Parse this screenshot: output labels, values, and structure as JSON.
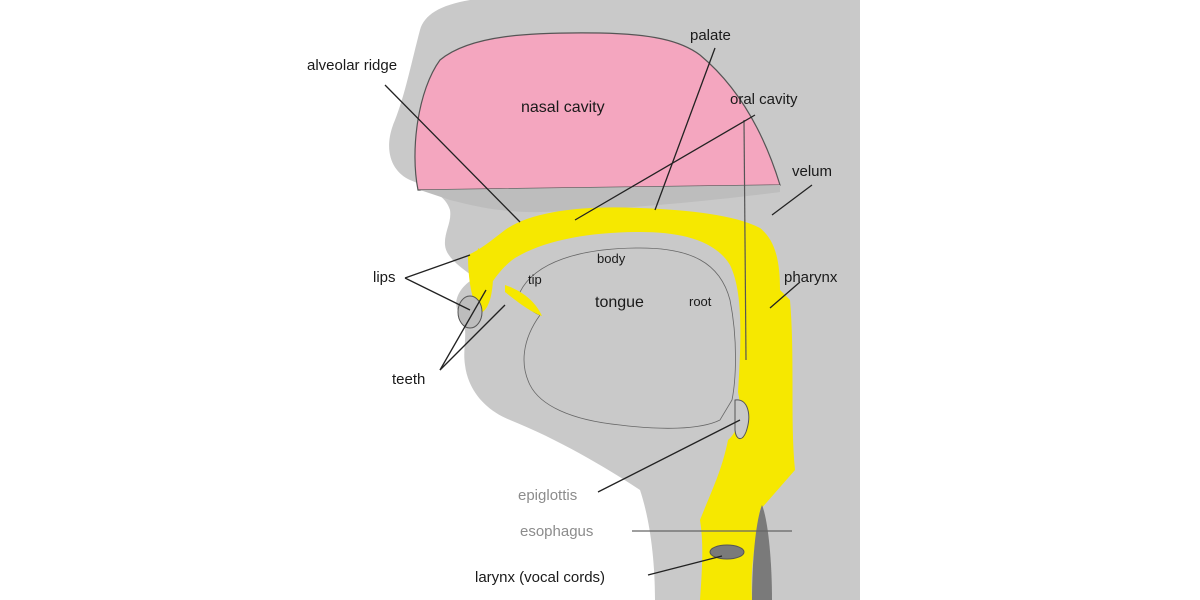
{
  "labels": {
    "palate": "palate",
    "alveolar_ridge": "alveolar ridge",
    "nasal_cavity": "nasal cavity",
    "oral_cavity": "oral cavity",
    "velum": "velum",
    "lips": "lips",
    "tip": "tip",
    "body": "body",
    "tongue": "tongue",
    "root": "root",
    "pharynx": "pharynx",
    "teeth": "teeth",
    "epiglottis": "epiglottis",
    "esophagus": "esophagus",
    "larynx": "larynx (vocal cords)"
  },
  "colors": {
    "head": "#c9c9c9",
    "nasal_cavity": "#f4a6bf",
    "airway": "#f6e800",
    "dark_tissue": "#7a7a7a",
    "text": "#1a1a1a",
    "grey_text": "#8c8c8c"
  }
}
